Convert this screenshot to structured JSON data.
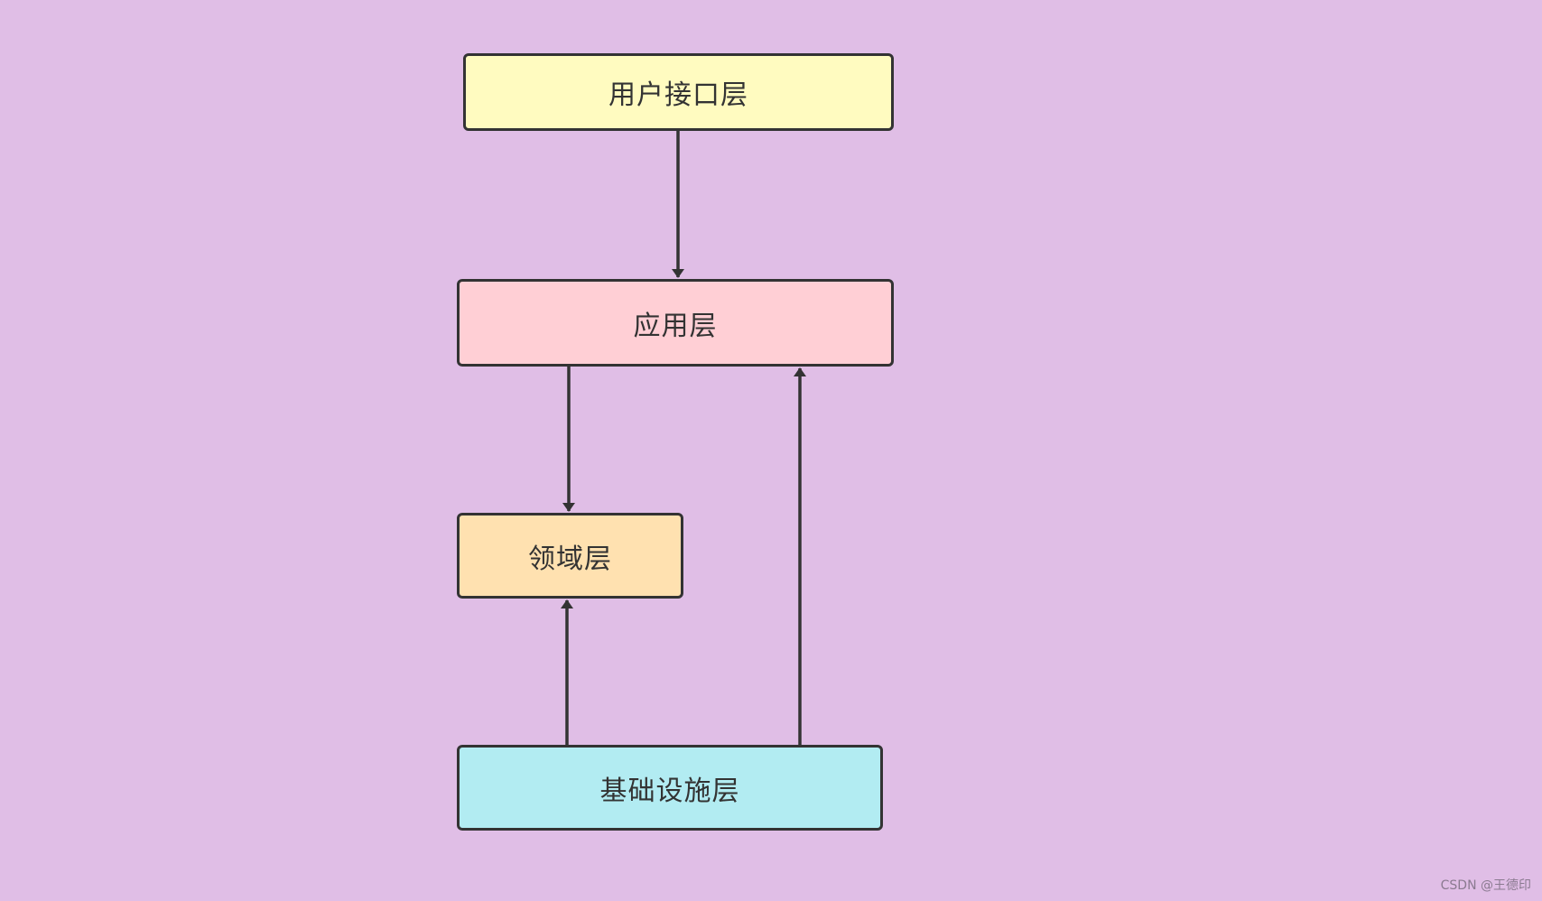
{
  "colors": {
    "background": "#e0bee6",
    "border": "#333333",
    "ui_layer_fill": "#fffbc0",
    "app_layer_fill": "#ffcfd5",
    "domain_layer_fill": "#ffe1b0",
    "infra_layer_fill": "#b2ecf2"
  },
  "nodes": {
    "ui_layer": "用户接口层",
    "app_layer": "应用层",
    "domain_layer": "领域层",
    "infra_layer": "基础设施层"
  },
  "edges": [
    {
      "from": "ui_layer",
      "to": "app_layer"
    },
    {
      "from": "app_layer",
      "to": "domain_layer"
    },
    {
      "from": "infra_layer",
      "to": "domain_layer"
    },
    {
      "from": "infra_layer",
      "to": "app_layer"
    }
  ],
  "watermark": "CSDN @王德印"
}
